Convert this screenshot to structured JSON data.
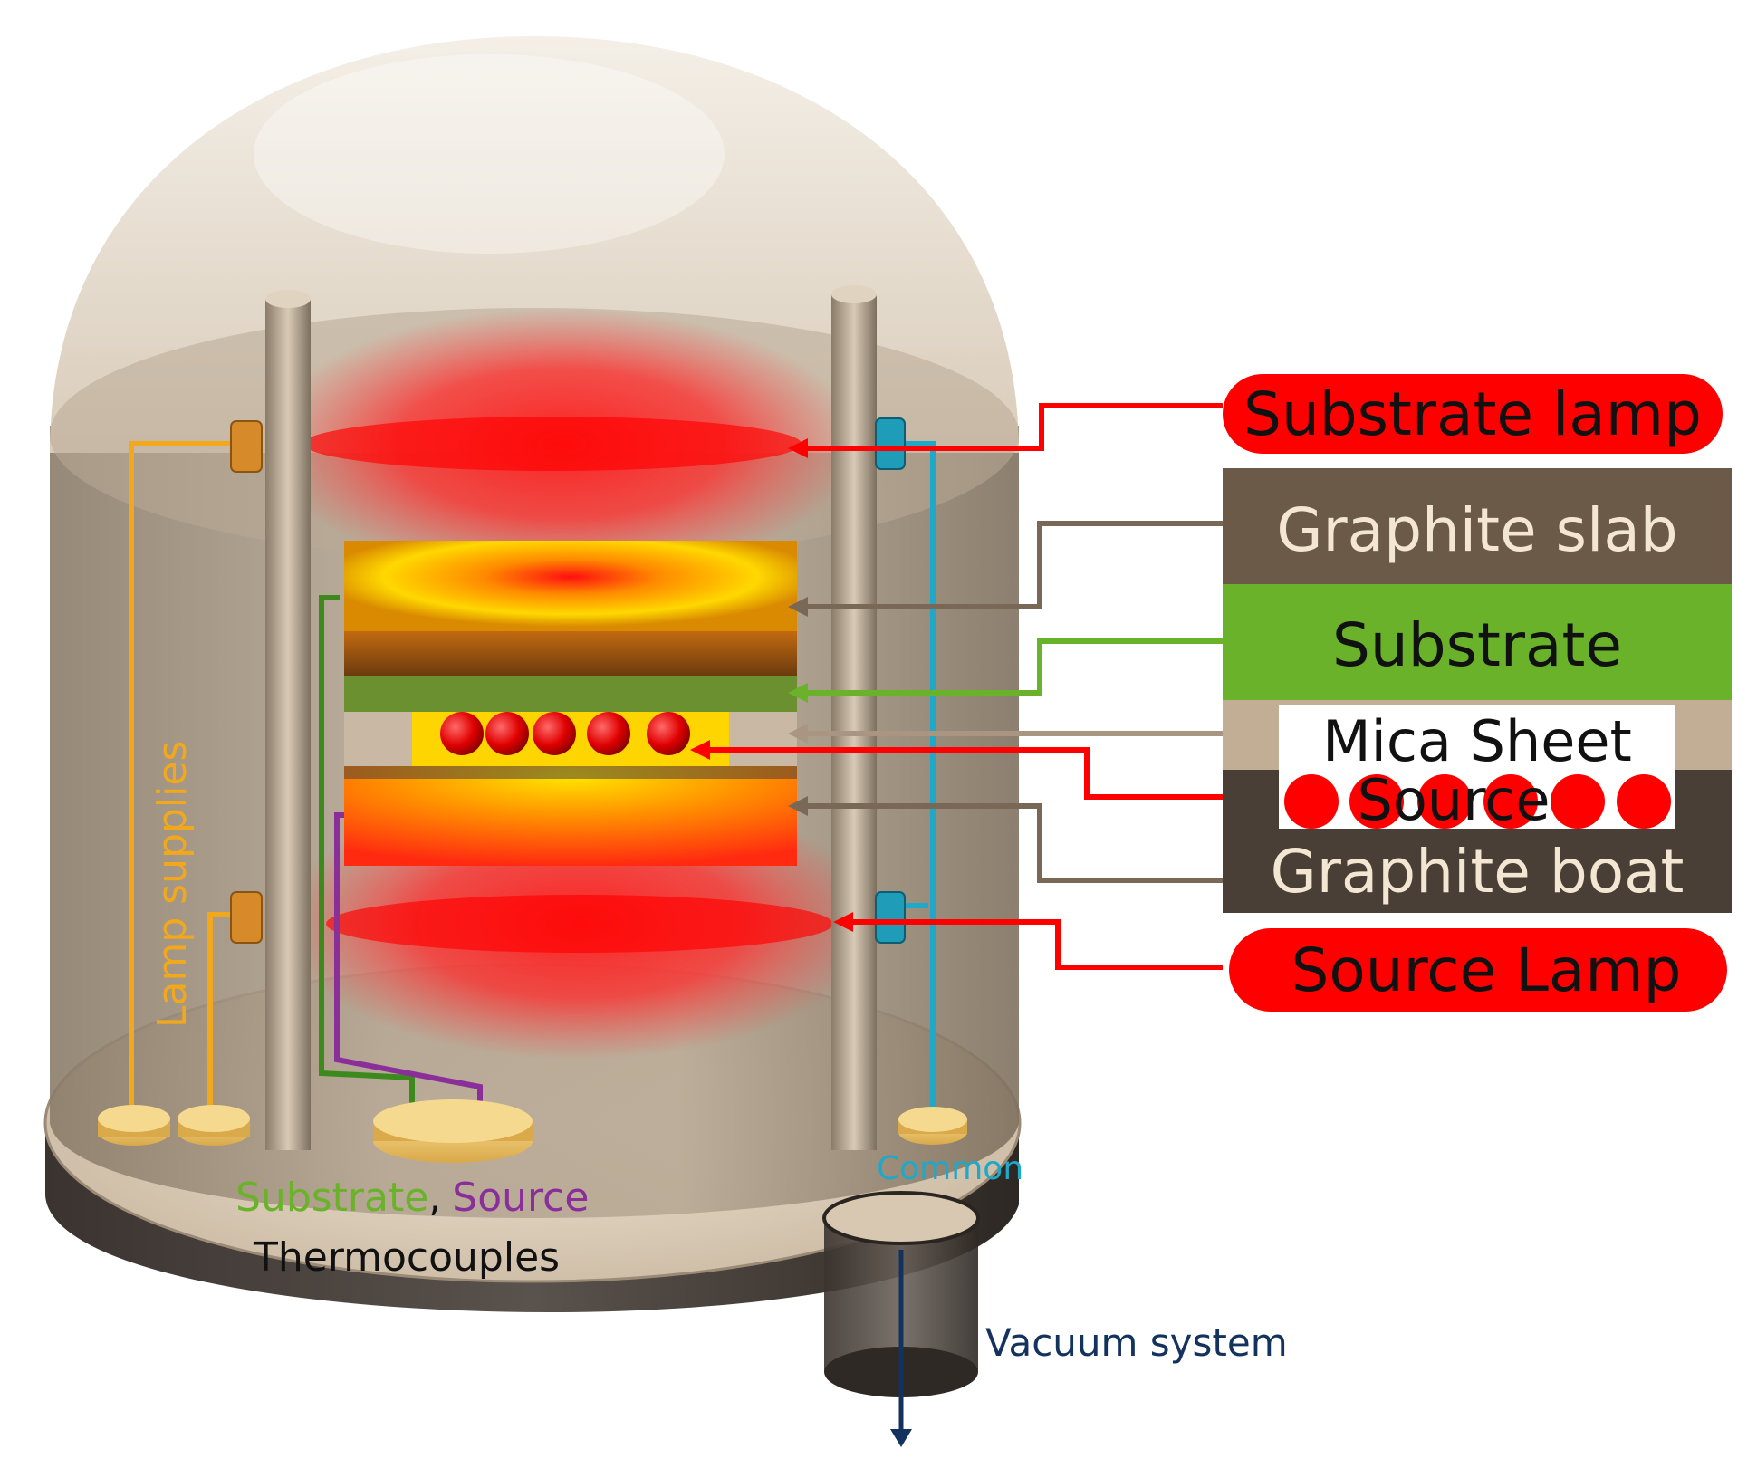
{
  "labels": {
    "substrate_lamp": "Substrate lamp",
    "graphite_slab": "Graphite slab",
    "substrate": "Substrate",
    "mica_sheet": "Mica Sheet",
    "source": "Source",
    "graphite_boat": "Graphite boat",
    "source_lamp": "Source Lamp",
    "lamp_supplies": "Lamp supplies",
    "common": "Common",
    "thermo_substrate": "Substrate",
    "thermo_comma": ",",
    "thermo_source": "Source",
    "thermocouples": "Thermocouples",
    "vacuum_system": "Vacuum system"
  },
  "colors": {
    "lamp_red": "#ff0000",
    "graphite_slab": "#6b5a48",
    "substrate_green": "#6ab22a",
    "mica_tan": "#c2ad95",
    "graphite_boat": "#4a3f36",
    "lamp_supply_orange": "#f2a81d",
    "common_cyan": "#1fa8c8",
    "thermo_green": "#3c8a1e",
    "thermo_purple": "#8a2e9a",
    "vacuum_navy": "#13325e"
  }
}
